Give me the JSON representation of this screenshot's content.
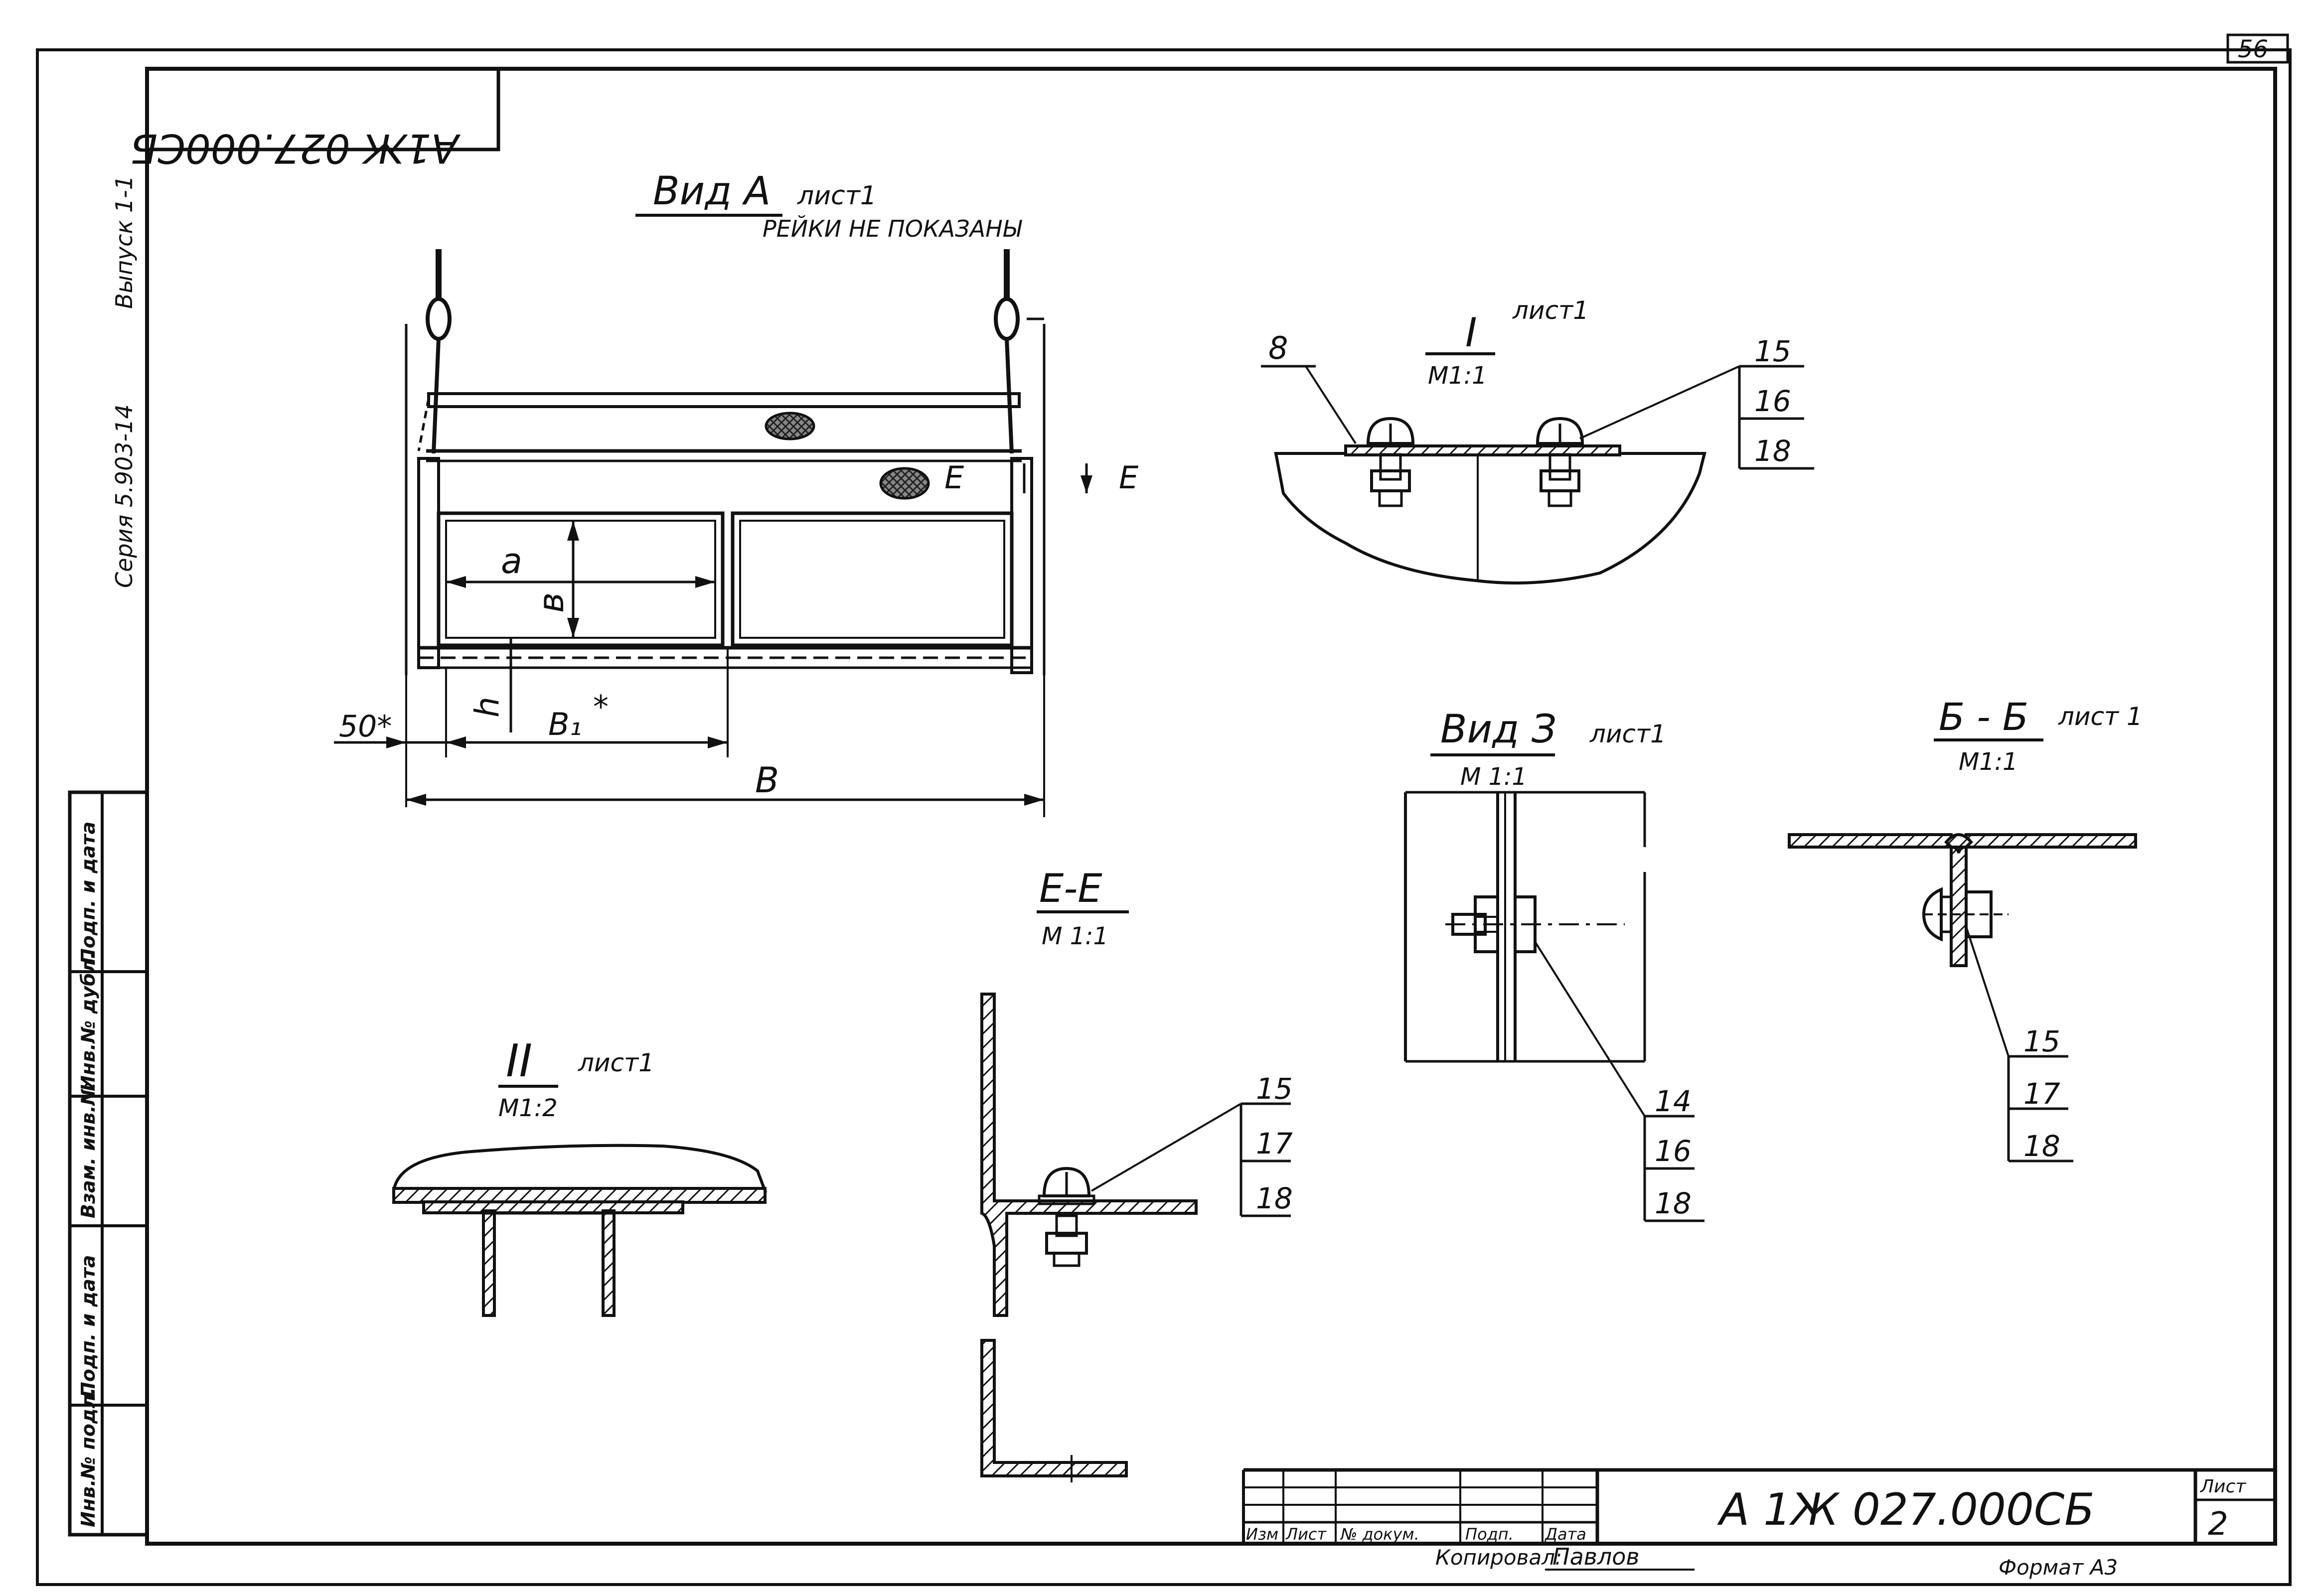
{
  "page_number": "56",
  "mirrored_code": "А1Ж 027.000СБ",
  "side_stamp": {
    "series": "Серия 5.903-14",
    "issue": "Выпуск 1-1"
  },
  "left_stamp_columns": [
    "Инв.№ подл.",
    "Подп. и дата",
    "Взам. инв.№",
    "Инв.№ дубл.",
    "Подп. и дата"
  ],
  "view_a": {
    "title": "Вид А",
    "sheet": "лист1",
    "note": "РЕЙКИ НЕ ПОКАЗАНЫ",
    "dims": {
      "a": "a",
      "b": "в",
      "h": "h",
      "b1": "B₁",
      "b1_star": "*",
      "left": "50*",
      "total": "B"
    },
    "section_mark": "Е",
    "section_mark2": "Е"
  },
  "detail_1": {
    "title": "I",
    "sheet": "лист1",
    "scale": "М1:1",
    "left_label": "8",
    "callouts": [
      "15",
      "16",
      "18"
    ]
  },
  "view_3": {
    "title": "Вид З",
    "sheet": "лист1",
    "scale": "М 1:1",
    "callouts": [
      "14",
      "16",
      "18"
    ]
  },
  "section_bb": {
    "title": "Б - Б",
    "sheet": "лист 1",
    "scale": "М1:1",
    "callouts": [
      "15",
      "17",
      "18"
    ]
  },
  "section_ee": {
    "title": "Е-Е",
    "scale": "М 1:1",
    "callouts": [
      "15",
      "17",
      "18"
    ]
  },
  "detail_2": {
    "title": "II",
    "sheet": "лист1",
    "scale": "М1:2"
  },
  "title_block": {
    "headers": [
      "Изм",
      "Лист",
      "№ докум.",
      "Подп.",
      "Дата"
    ],
    "code": "А 1Ж 027.000СБ",
    "sheet_label": "Лист",
    "sheet_number": "2",
    "copied_label": "Копировал:",
    "copied_by": "Павлов",
    "format": "Формат А3"
  }
}
